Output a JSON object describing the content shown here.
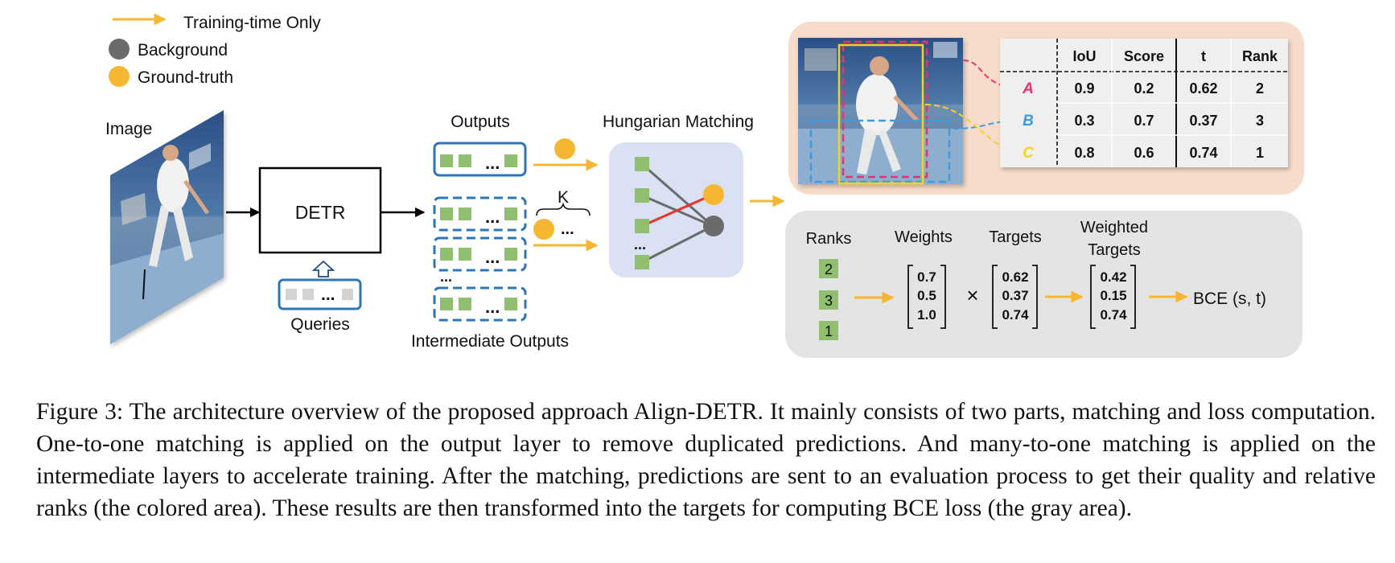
{
  "legend": {
    "training": "Training-time Only",
    "background": "Background",
    "groundtruth": "Ground-truth"
  },
  "labels": {
    "image": "Image",
    "detr": "DETR",
    "queries": "Queries",
    "outputs": "Outputs",
    "intermediate": "Intermediate Outputs",
    "hungarian": "Hungarian Matching",
    "k": "K",
    "ellipsis": "...",
    "vdots": "..."
  },
  "table": {
    "headers": [
      "",
      "IoU",
      "Score",
      "t",
      "Rank"
    ],
    "rows": [
      {
        "id": "A",
        "color": "#e8336d",
        "iou": "0.9",
        "score": "0.2",
        "t": "0.62",
        "rank": "2"
      },
      {
        "id": "B",
        "color": "#3a9be0",
        "iou": "0.3",
        "score": "0.7",
        "t": "0.37",
        "rank": "3"
      },
      {
        "id": "C",
        "color": "#f5d21f",
        "iou": "0.8",
        "score": "0.6",
        "t": "0.74",
        "rank": "1"
      }
    ]
  },
  "loss": {
    "ranks_title": "Ranks",
    "ranks": [
      "2",
      "3",
      "1"
    ],
    "weights_title": "Weights",
    "weights": [
      "0.7",
      "0.5",
      "1.0"
    ],
    "targets_title": "Targets",
    "targets": [
      "0.62",
      "0.37",
      "0.74"
    ],
    "weighted_title_1": "Weighted",
    "weighted_title_2": "Targets",
    "weighted": [
      "0.42",
      "0.15",
      "0.74"
    ],
    "times": "×",
    "bce": "BCE (s, t)"
  },
  "colors": {
    "orange": "#f5b731",
    "green": "#8fbf6f",
    "blue_border": "#2e75b6",
    "match_panel": "#d9e1f2",
    "eval_panel": "#f8dccb",
    "loss_panel": "#e4e4e4",
    "node_gray": "#6b6b6b",
    "red_line": "#e8342a"
  },
  "caption": "Figure 3: The architecture overview of the proposed approach Align-DETR. It mainly consists of two parts, matching and loss computation. One-to-one matching is applied on the output layer to remove duplicated predictions. And many-to-one matching is applied on the intermediate layers to accelerate training. After the matching, predictions are sent to an evaluation process to get their quality and relative ranks (the colored area). These results are then transformed into the targets for computing BCE loss (the gray area)."
}
